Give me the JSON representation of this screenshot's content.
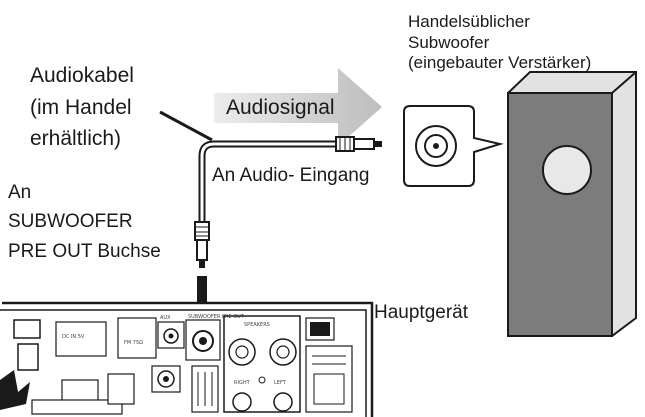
{
  "labels": {
    "subwoofer": [
      "Handelsüblicher",
      "Subwoofer",
      "(eingebauter Verstärker)"
    ],
    "audio_cable": [
      "Audiokabel",
      "(im Handel",
      "erhältlich)"
    ],
    "audio_signal": "Audiosignal",
    "audio_input": "An Audio- Eingang",
    "subwoofer_out": [
      "An",
      "SUBWOOFER",
      "PRE OUT Buchse"
    ],
    "main_unit": "Hauptgerät"
  },
  "panel_markings": {
    "aux": "AUX",
    "subwoofer_pre_out": "SUBWOOFER PRE OUT",
    "speakers": "SPEAKERS",
    "right": "RIGHT",
    "left": "LEFT"
  },
  "colors": {
    "ink": "#1a1a1a",
    "arrow_fill": "#c8c8c8",
    "arrow_highlight": "#e4e4e4",
    "speaker_face": "#7c7c7c",
    "speaker_side": "#e2e2e2",
    "panel_fill": "#ffffff"
  },
  "icons": [
    "subwoofer-speaker-icon",
    "rca-jack-icon",
    "rca-plug-icon",
    "signal-arrow-icon"
  ]
}
